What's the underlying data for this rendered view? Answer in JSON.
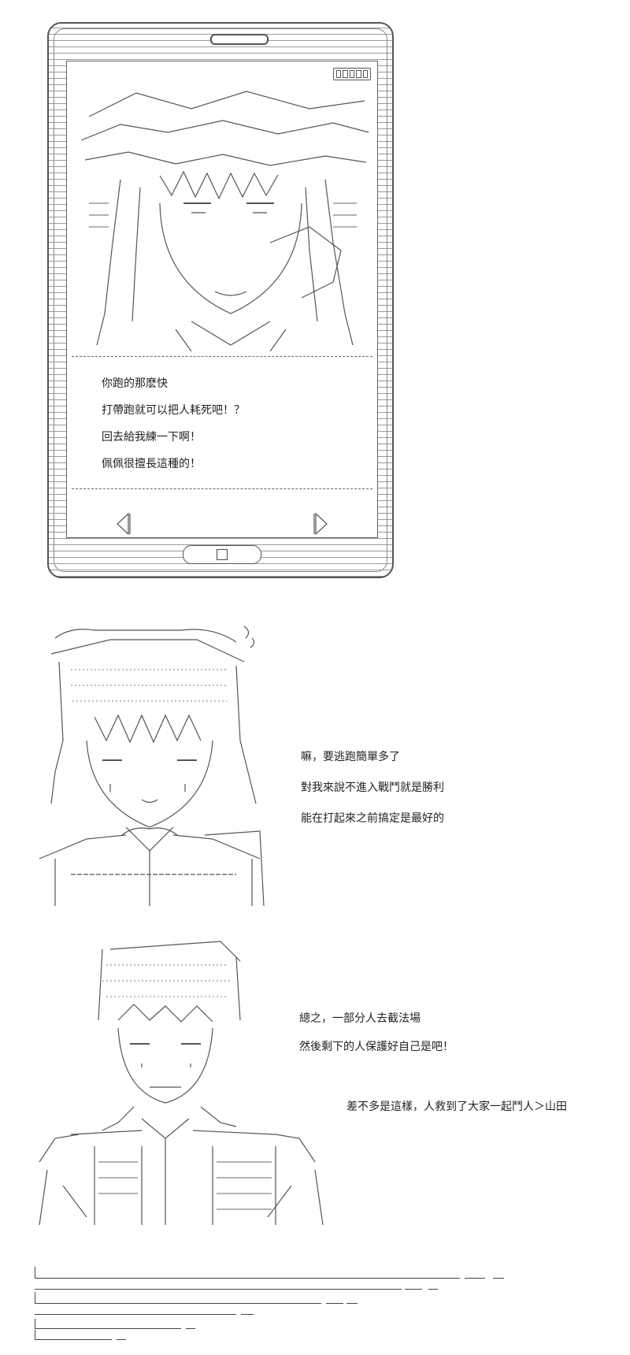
{
  "phone": {
    "messages": [
      "你跑的那麽快",
      "打帶跑就可以把人耗死吧！？",
      "回去給我練一下啊！",
      "佩佩很擅長這種的！"
    ],
    "icons": {
      "battery": "battery-icon",
      "prev": "triangle-left-icon",
      "next": "triangle-right-icon",
      "home": "home-button-icon"
    }
  },
  "scene2": {
    "lines": [
      "嘛，要逃跑簡單多了",
      "對我來說不進入戰鬥就是勝利",
      "能在打起來之前搞定是最好的"
    ]
  },
  "scene3": {
    "lines": [
      "總之，一部分人去截法場",
      "然後剩下的人保護好自己是吧！"
    ],
    "aside": "差不多是這樣，人救到了大家一起鬥人＞山田"
  }
}
